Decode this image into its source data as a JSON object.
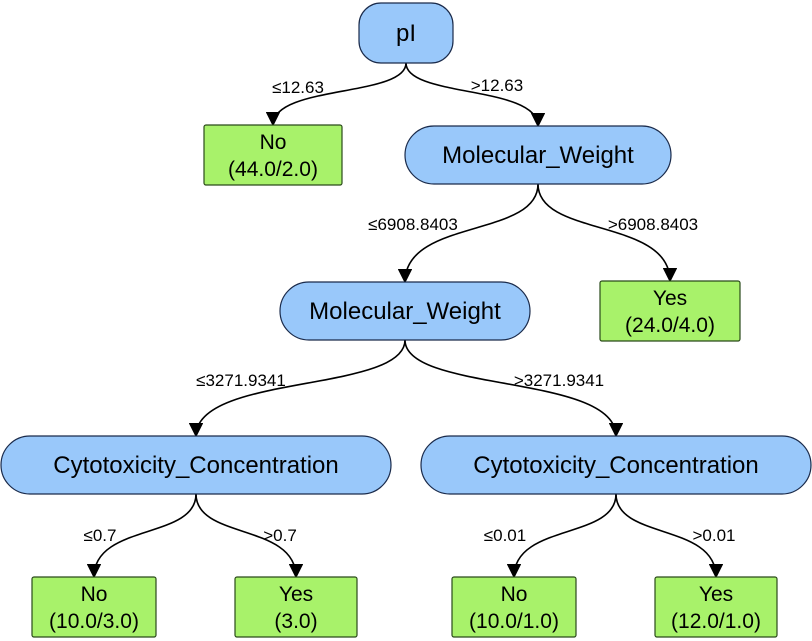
{
  "colors": {
    "internal_fill": "#99c8fa",
    "leaf_fill": "#a8f26a",
    "outline": "#1a2a4a",
    "edge": "#000000"
  },
  "nodes": [
    {
      "id": "n0",
      "kind": "internal",
      "label": "pI"
    },
    {
      "id": "n1",
      "kind": "leaf",
      "label": "No",
      "counts": "(44.0/2.0)"
    },
    {
      "id": "n2",
      "kind": "internal",
      "label": "Molecular_Weight"
    },
    {
      "id": "n3",
      "kind": "internal",
      "label": "Molecular_Weight"
    },
    {
      "id": "n4",
      "kind": "leaf",
      "label": "Yes",
      "counts": "(24.0/4.0)"
    },
    {
      "id": "n5",
      "kind": "internal",
      "label": "Cytotoxicity_Concentration"
    },
    {
      "id": "n6",
      "kind": "internal",
      "label": "Cytotoxicity_Concentration"
    },
    {
      "id": "n7",
      "kind": "leaf",
      "label": "No",
      "counts": "(10.0/3.0)"
    },
    {
      "id": "n8",
      "kind": "leaf",
      "label": "Yes",
      "counts": "(3.0)"
    },
    {
      "id": "n9",
      "kind": "leaf",
      "label": "No",
      "counts": "(10.0/1.0)"
    },
    {
      "id": "n10",
      "kind": "leaf",
      "label": "Yes",
      "counts": "(12.0/1.0)"
    }
  ],
  "edges": [
    {
      "from": "n0",
      "to": "n1",
      "label": "≤12.63"
    },
    {
      "from": "n0",
      "to": "n2",
      "label": ">12.63"
    },
    {
      "from": "n2",
      "to": "n3",
      "label": "≤6908.8403"
    },
    {
      "from": "n2",
      "to": "n4",
      "label": ">6908.8403"
    },
    {
      "from": "n3",
      "to": "n5",
      "label": "≤3271.9341"
    },
    {
      "from": "n3",
      "to": "n6",
      "label": ">3271.9341"
    },
    {
      "from": "n5",
      "to": "n7",
      "label": "≤0.7"
    },
    {
      "from": "n5",
      "to": "n8",
      "label": ">0.7"
    },
    {
      "from": "n6",
      "to": "n9",
      "label": "≤0.01"
    },
    {
      "from": "n6",
      "to": "n10",
      "label": ">0.01"
    }
  ]
}
